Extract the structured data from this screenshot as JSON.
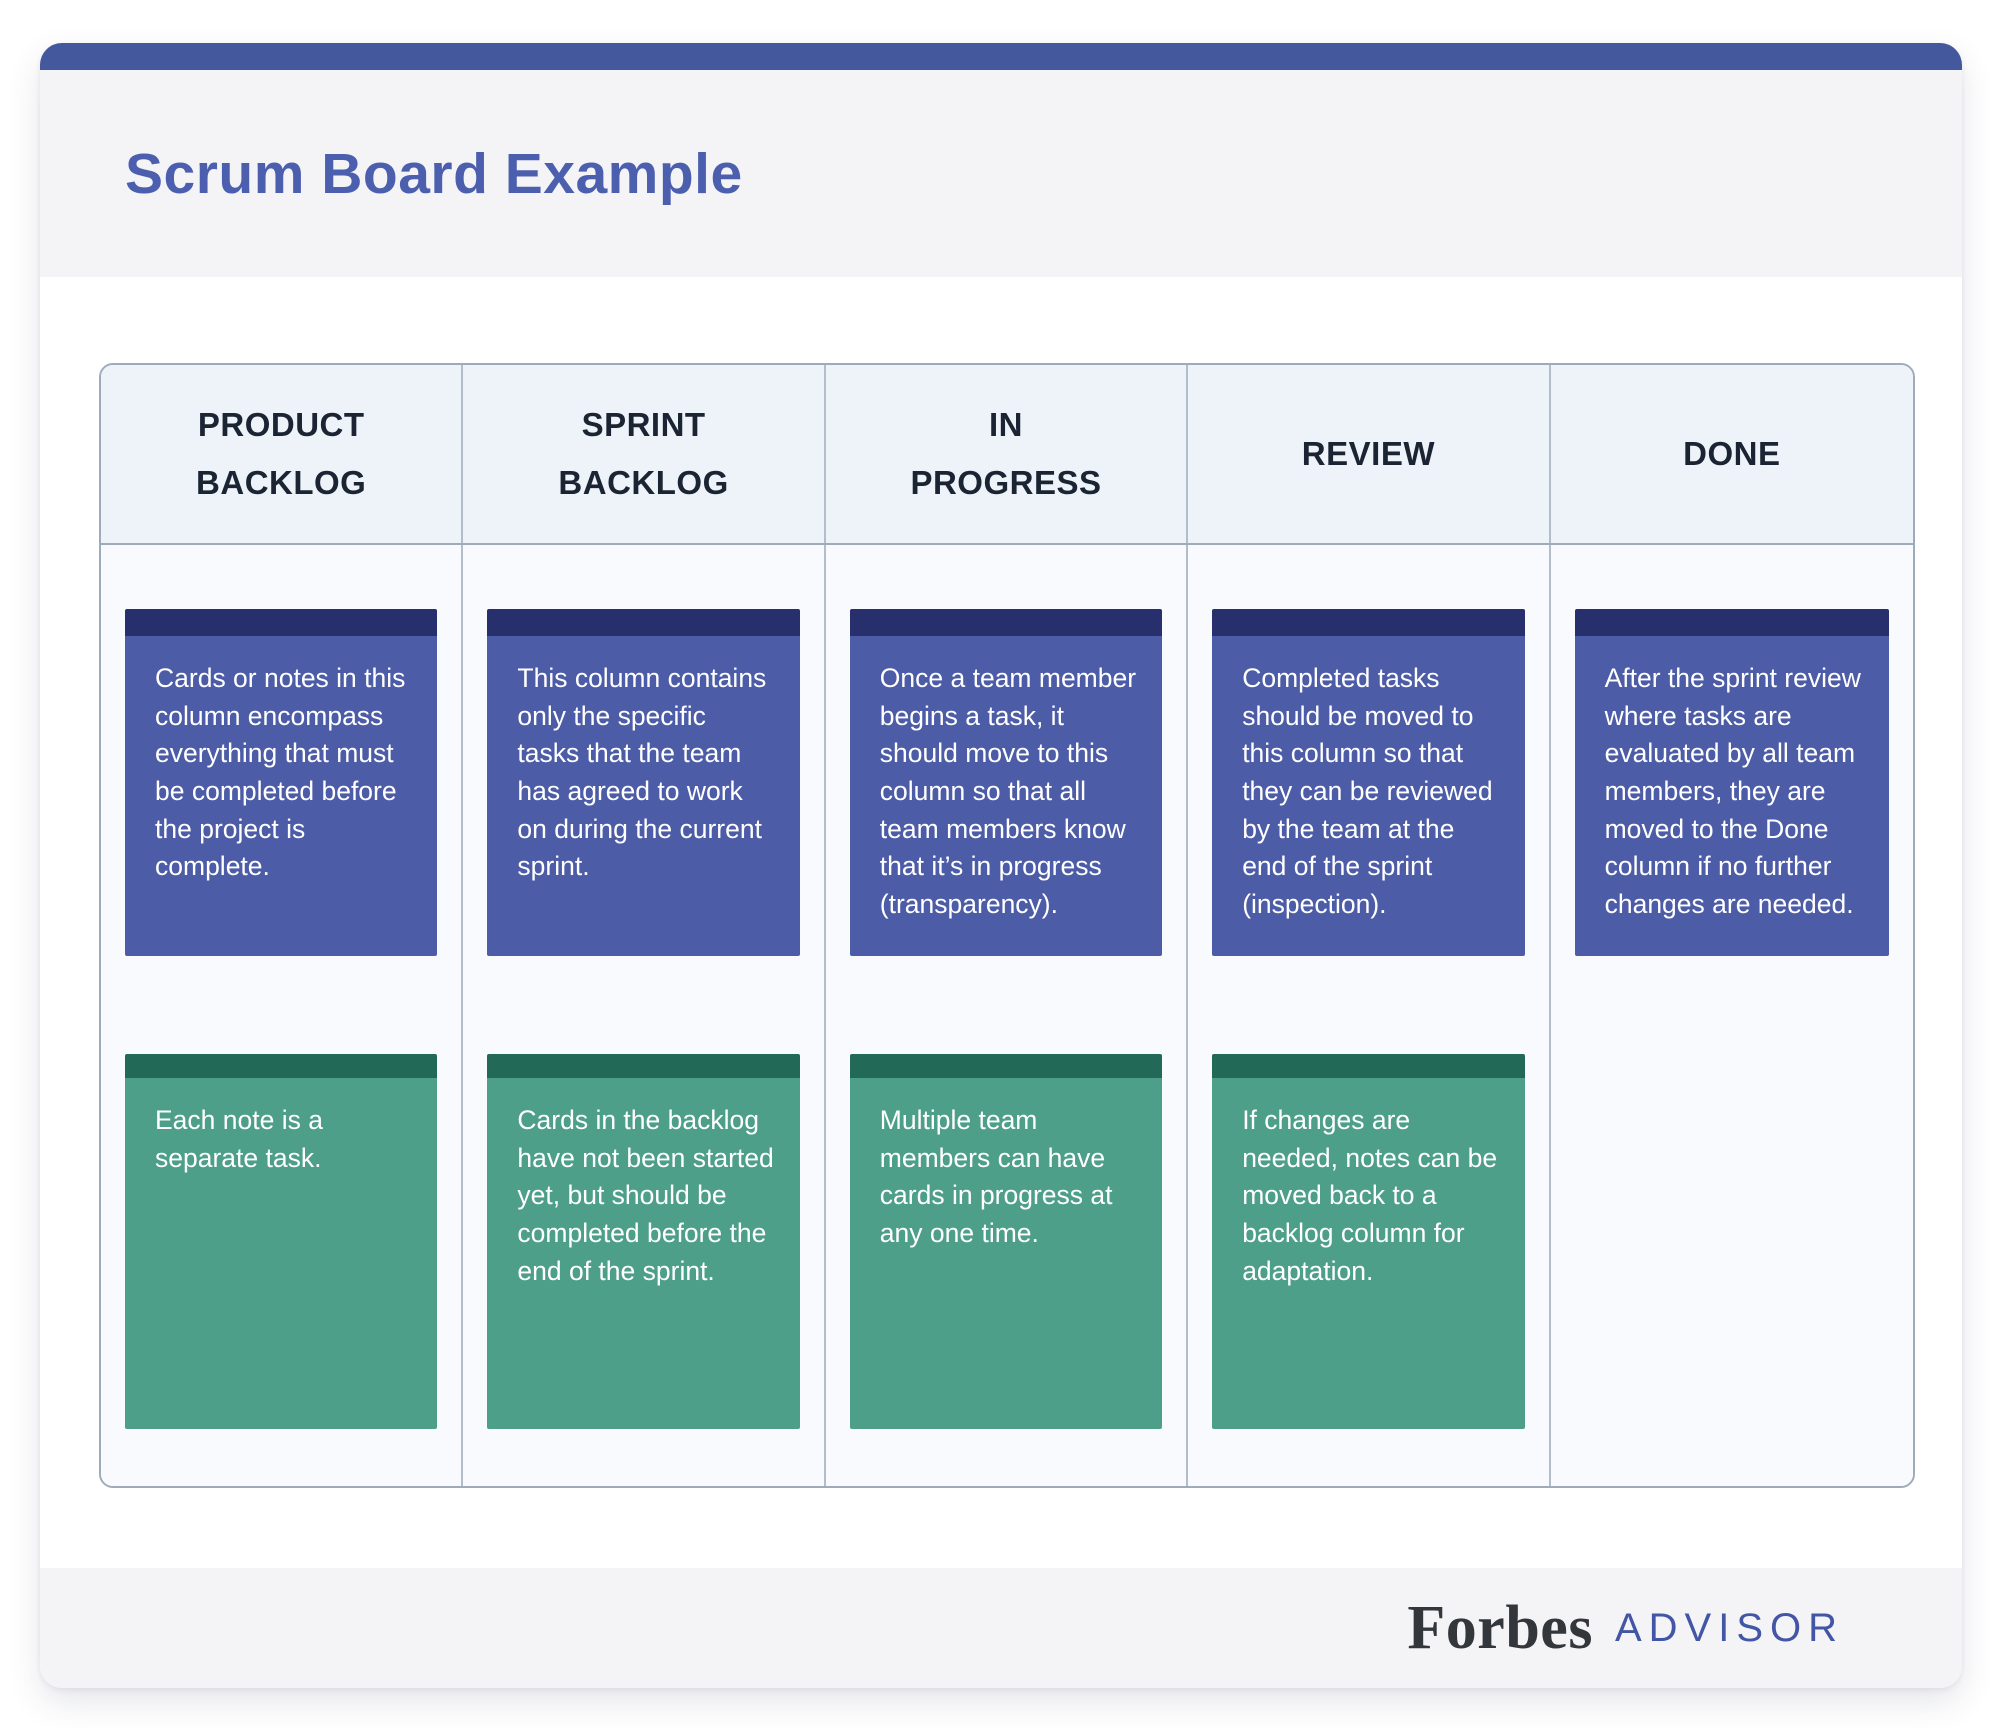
{
  "title": "Scrum Board Example",
  "board": {
    "columns": [
      {
        "header": "PRODUCT\nBACKLOG",
        "blue_note": "Cards or notes in this column encompass everything that must be completed before the project is complete.",
        "green_note": "Each note is a separate task."
      },
      {
        "header": "SPRINT\nBACKLOG",
        "blue_note": "This column contains only the specific tasks that the team has agreed to work on during the current sprint.",
        "green_note": "Cards in the backlog have not been started yet, but should be completed before the end of the sprint."
      },
      {
        "header": "IN\nPROGRESS",
        "blue_note": "Once a team member begins a task, it should move to this column so that all team members know that it’s in progress (transparency).",
        "green_note": "Multiple team members can have cards in progress at any one time."
      },
      {
        "header": "REVIEW",
        "blue_note": "Completed tasks should be moved to this column so that they can be reviewed by the team at the end of the sprint (inspection).",
        "green_note": "If changes are needed, notes can be moved back to a backlog column for adaptation."
      },
      {
        "header": "DONE",
        "blue_note": "After the sprint review where tasks are evaluated by all team members, they are moved to the Done column if no further changes are needed.",
        "green_note": null
      }
    ]
  },
  "footer": {
    "brand": "Forbes",
    "sub": "ADVISOR"
  },
  "colors": {
    "accent_bar": "#44589e",
    "title_text": "#4c5fae",
    "band_bg": "#f4f4f6",
    "header_cell_bg": "#eef2f9",
    "body_cell_bg": "#f8fafd",
    "table_border": "#a0abba",
    "blue_note_strip": "#272f6d",
    "blue_note_body": "#4d5ca7",
    "green_note_strip": "#226957",
    "green_note_body": "#4d9f8a",
    "header_text": "#1a2433",
    "forbes_text": "#33373c",
    "advisor_text": "#4356a5"
  }
}
